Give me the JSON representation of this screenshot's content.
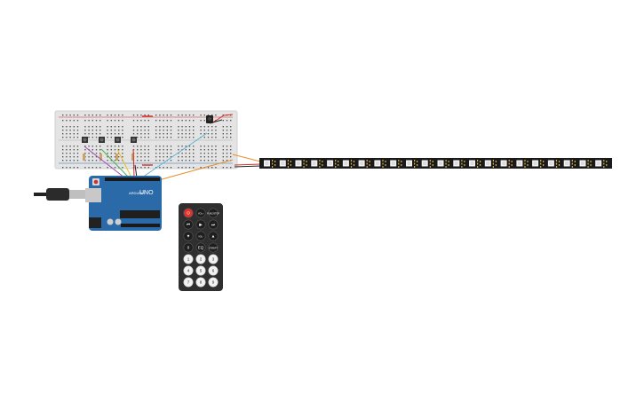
{
  "arduino": {
    "brand": "UNO",
    "board_text": "ARDUINO"
  },
  "remote": {
    "buttons": [
      {
        "id": "power",
        "label": "⏻"
      },
      {
        "id": "vol_up",
        "label": "VOL+"
      },
      {
        "id": "func_stop",
        "label": "FUNC/STOP"
      },
      {
        "id": "prev",
        "label": "⏮"
      },
      {
        "id": "play",
        "label": "▶"
      },
      {
        "id": "next",
        "label": "⏭"
      },
      {
        "id": "down",
        "label": "▼"
      },
      {
        "id": "vol_down",
        "label": "VOL-"
      },
      {
        "id": "up",
        "label": "▲"
      },
      {
        "id": "zero",
        "label": "0"
      },
      {
        "id": "eq",
        "label": "EQ"
      },
      {
        "id": "st_rept",
        "label": "ST/REPT"
      },
      {
        "id": "one",
        "label": "1"
      },
      {
        "id": "two",
        "label": "2"
      },
      {
        "id": "three",
        "label": "3"
      },
      {
        "id": "four",
        "label": "4"
      },
      {
        "id": "five",
        "label": "5"
      },
      {
        "id": "six",
        "label": "6"
      },
      {
        "id": "seven",
        "label": "7"
      },
      {
        "id": "eight",
        "label": "8"
      },
      {
        "id": "nine",
        "label": "9"
      }
    ]
  },
  "led_strip": {
    "led_count": 22
  },
  "colors": {
    "breadboard": "#e4e4e4",
    "arduino": "#2a6aa8",
    "remote": "#2f2f2f",
    "strip": "#1a1a1a",
    "wire_red": "#d0312d",
    "wire_black": "#222222",
    "wire_orange": "#e8912b",
    "wire_blue": "#5ab3d6",
    "wire_green": "#4caf50",
    "wire_purple": "#a04fb5",
    "wire_yellow": "#e6c229"
  }
}
